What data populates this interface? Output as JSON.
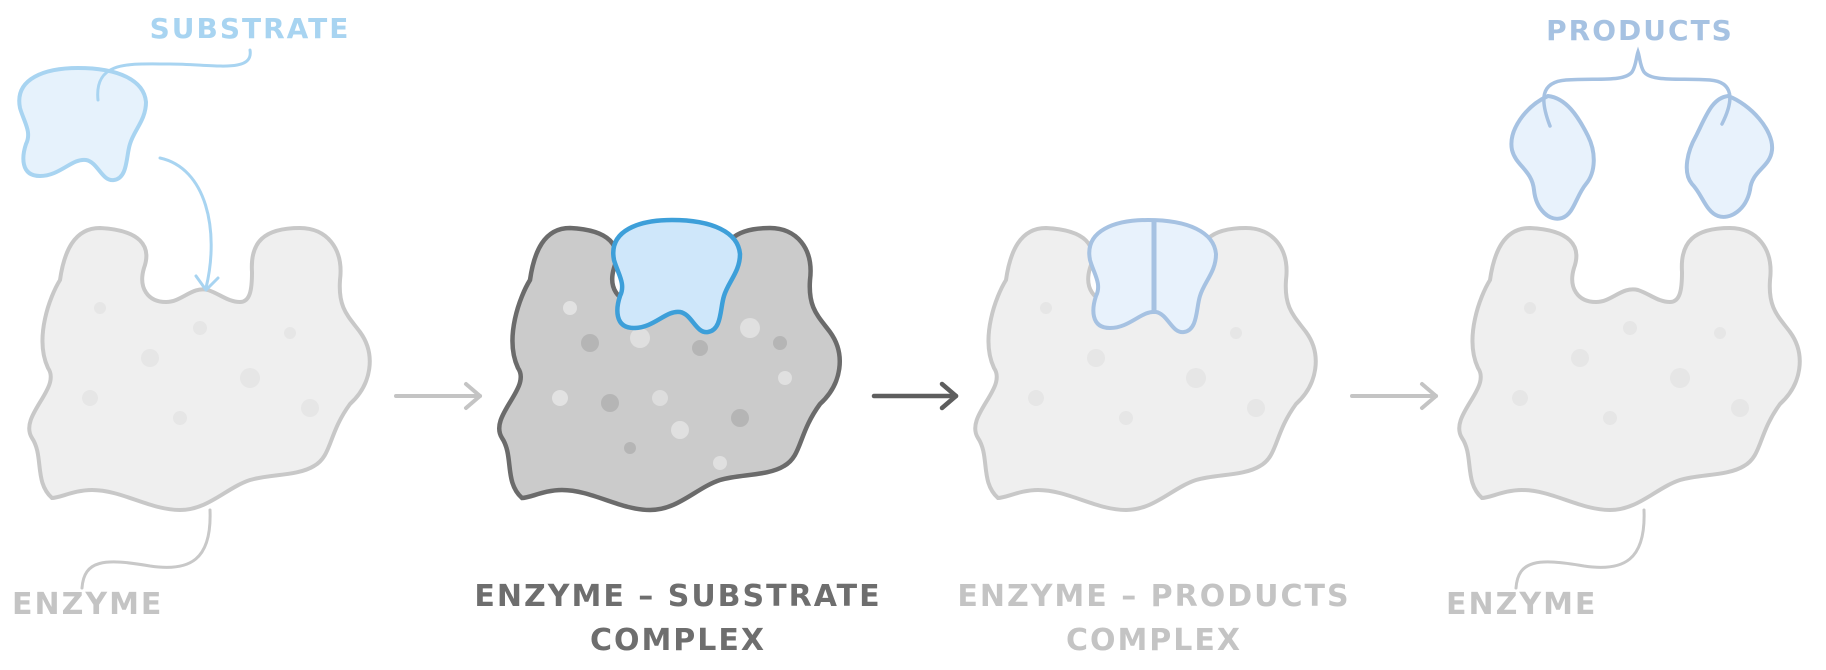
{
  "labels": {
    "substrate": "SUBSTRATE",
    "products": "PRODUCTS",
    "enzyme_left": "ENZYME",
    "complex_es_line1": "ENZYME – SUBSTRATE",
    "complex_es_line2": "COMPLEX",
    "complex_ep_line1": "ENZYME – PRODUCTS",
    "complex_ep_line2": "COMPLEX",
    "enzyme_right": "ENZYME"
  },
  "colors": {
    "faded_enzyme_fill": "#efefef",
    "faded_enzyme_stroke": "#c8c8c8",
    "active_enzyme_fill": "#cbcbcb",
    "active_enzyme_stroke": "#6b6b6b",
    "substrate_fill": "#e6f2fc",
    "substrate_stroke": "#a8d4f1",
    "substrate_active_fill": "#cfe7fa",
    "substrate_active_stroke": "#3d9fd9",
    "product_fill": "#e8f2fc",
    "product_stroke": "#a6c2e2",
    "arrow_faded": "#c4c4c4",
    "arrow_active": "#5e5e5e",
    "label_faded": "#c4c4c4",
    "label_active": "#6e6e6e",
    "label_substrate": "#a8d4f1",
    "label_products": "#a6c2e2"
  }
}
